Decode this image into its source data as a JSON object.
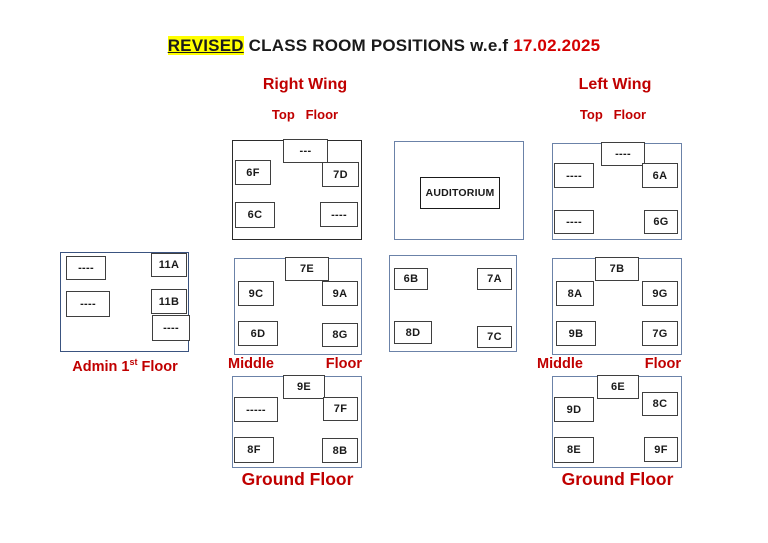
{
  "title": {
    "highlight": "REVISED",
    "main": " CLASS ROOM POSITIONS w.e.f ",
    "date": "17.02.2025"
  },
  "colors": {
    "header_red": "#c00000",
    "date_red": "#d40000",
    "highlight_yellow": "#ffff00",
    "outer_box_blue": "#6b82a8",
    "outer_box_black": "#2b2b2b",
    "admin_box_navy": "#3a5380"
  },
  "headers": {
    "right_wing": "Right Wing",
    "left_wing": "Left Wing",
    "right_top_floor": "Top   Floor",
    "left_top_floor": "Top   Floor",
    "middle_word": "Middle",
    "floor_word": "Floor",
    "right_ground_floor": "Ground Floor",
    "left_ground_floor": "Ground Floor",
    "admin_label_prefix": "Admin 1",
    "admin_label_sup": "st",
    "admin_label_suffix": " Floor"
  },
  "auditorium": {
    "label": "AUDITORIUM"
  },
  "boxes": {
    "right_top": {
      "rooms": {
        "top": "---",
        "ul": "6F",
        "ur": "7D",
        "ll": "6C",
        "lr": "----"
      }
    },
    "left_top": {
      "rooms": {
        "top": "----",
        "ul": "----",
        "ur": "6A",
        "ll": "----",
        "lr": "6G"
      }
    },
    "admin": {
      "rooms": {
        "tl": "----",
        "tr": "11A",
        "ml": "----",
        "mr": "11B",
        "br": "----"
      }
    },
    "right_middle": {
      "rooms": {
        "top": "7E",
        "ul": "9C",
        "ur": "9A",
        "ll": "6D",
        "lr": "8G"
      }
    },
    "center_middle": {
      "rooms": {
        "tl": "6B",
        "tr": "7A",
        "bl": "8D",
        "br": "7C"
      }
    },
    "left_middle": {
      "rooms": {
        "top": "7B",
        "ul": "8A",
        "ur": "9G",
        "ll": "9B",
        "lr": "7G"
      }
    },
    "right_ground": {
      "rooms": {
        "top": "9E",
        "ul": "-----",
        "ur": "7F",
        "ll": "8F",
        "lr": "8B"
      }
    },
    "left_ground": {
      "rooms": {
        "top": "6E",
        "ul": "9D",
        "ur": "8C",
        "ll": "8E",
        "lr": "9F"
      }
    }
  }
}
